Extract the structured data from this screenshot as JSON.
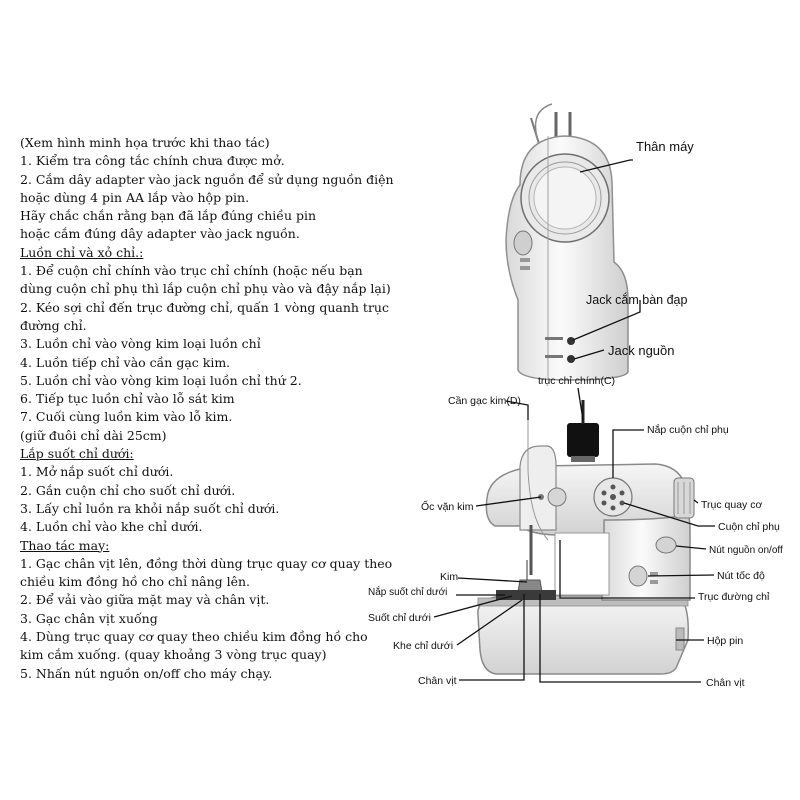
{
  "instructions": [
    {
      "text": "(Xem hình minh họa trước khi thao tác)",
      "kind": "text"
    },
    {
      "text": "1. Kiểm tra công tắc chính chưa được mở.",
      "kind": "text"
    },
    {
      "text": "2. Cắm dây adapter vào jack nguồn để sử dụng nguồn điện",
      "kind": "text"
    },
    {
      "text": "hoặc dùng 4 pin AA lắp vào hộp pin.",
      "kind": "text"
    },
    {
      "text": "Hãy chắc chắn rằng bạn đã lắp đúng chiều pin",
      "kind": "text"
    },
    {
      "text": "hoặc cắm đúng dây adapter vào jack nguồn.",
      "kind": "text"
    },
    {
      "text": "Luồn chỉ và xỏ chỉ.:",
      "kind": "heading"
    },
    {
      "text": "1. Để cuộn chỉ chính vào trục chỉ chính (hoặc nếu bạn",
      "kind": "text"
    },
    {
      "text": "dùng cuộn chỉ phụ thì lắp cuộn chỉ phụ vào và đậy nắp lại)",
      "kind": "text"
    },
    {
      "text": "2. Kéo sợi chỉ đến trục đường chỉ, quấn 1 vòng quanh trục",
      "kind": "text"
    },
    {
      "text": "đường chỉ.",
      "kind": "text"
    },
    {
      "text": "3. Luồn chỉ vào vòng kim loại luồn chỉ",
      "kind": "text"
    },
    {
      "text": "4. Luồn tiếp chỉ vào cần gạc kim.",
      "kind": "text"
    },
    {
      "text": "5. Luồn chỉ  vào vòng kim loại luồn chỉ thứ 2.",
      "kind": "text"
    },
    {
      "text": "6. Tiếp tục luồn chỉ vào lỗ sát kim",
      "kind": "text"
    },
    {
      "text": "7. Cuối cùng luồn kim vào lỗ kim.",
      "kind": "text"
    },
    {
      "text": "(giữ đuôi chỉ dài 25cm)",
      "kind": "text"
    },
    {
      "text": "Lắp suốt chỉ dưới:",
      "kind": "heading"
    },
    {
      "text": "1. Mở nắp suốt chỉ dưới.",
      "kind": "text"
    },
    {
      "text": "2. Gắn cuộn chỉ cho suốt chỉ dưới.",
      "kind": "text"
    },
    {
      "text": "3. Lấy chỉ luồn ra khỏi nắp suốt chỉ dưới.",
      "kind": "text"
    },
    {
      "text": "4. Luồn chỉ vào khe chỉ dưới.",
      "kind": "text"
    },
    {
      "text": "Thao tác may:",
      "kind": "heading"
    },
    {
      "text": "1. Gạc chân vịt lên, đồng thời dùng trục quay cơ quay theo",
      "kind": "text"
    },
    {
      "text": "chiều kim đồng hồ cho chỉ nâng lên.",
      "kind": "text"
    },
    {
      "text": "2. Để vải vào giữa mặt may và chân vịt.",
      "kind": "text"
    },
    {
      "text": "3. Gạc chân vịt xuống",
      "kind": "text"
    },
    {
      "text": "4. Dùng trục quay cơ quay theo chiều kim đồng hồ cho",
      "kind": "text"
    },
    {
      "text": "kim cắm xuống. (quay khoảng 3 vòng trục quay)",
      "kind": "text"
    },
    {
      "text": "5. Nhấn nút nguồn on/off cho máy chạy.",
      "kind": "text"
    }
  ],
  "side_view": {
    "labels": {
      "than_may": "Thân máy",
      "jack_ban_dap": "Jack cắm bàn đạp",
      "jack_nguon": "Jack nguồn"
    }
  },
  "front_view": {
    "labels": {
      "truc_chi_chinh": "trục chỉ chính(C)",
      "can_gac_kim": "Cần gạc kim(D)",
      "nap_cuon_chi_phu": "Nắp cuộn chỉ phụ",
      "oc_van_kim": "Ốc vặn kim",
      "truc_quay_co": "Trục quay cơ",
      "cuon_chi_phu": "Cuộn chỉ phụ",
      "nut_nguon": "Nút nguồn on/off",
      "kim": "Kim",
      "nut_toc_do": "Nút tốc độ",
      "nap_suot_chi_duoi": "Nắp suốt chỉ dưới",
      "truc_duong_chi": "Trục đường chỉ",
      "suot_chi_duoi": "Suốt chỉ dưới",
      "hop_pin": "Hộp pin",
      "khe_chi_duoi": "Khe chỉ dưới",
      "chan_vit_left": "Chân vịt",
      "chan_vit_right": "Chân vịt"
    }
  }
}
